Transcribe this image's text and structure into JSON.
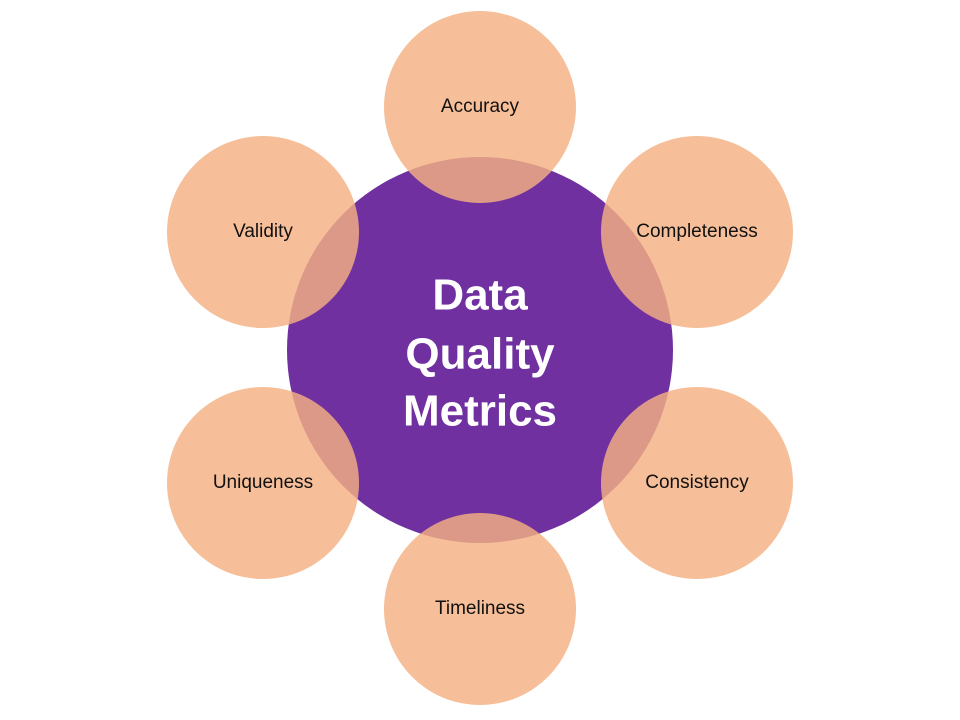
{
  "center": {
    "lines": [
      "Data",
      "Quality",
      "Metrics"
    ]
  },
  "metrics": [
    {
      "key": "accuracy",
      "label": "Accuracy"
    },
    {
      "key": "completeness",
      "label": "Completeness"
    },
    {
      "key": "consistency",
      "label": "Consistency"
    },
    {
      "key": "timeliness",
      "label": "Timeliness"
    },
    {
      "key": "uniqueness",
      "label": "Uniqueness"
    },
    {
      "key": "validity",
      "label": "Validity"
    }
  ],
  "colors": {
    "center_fill": "#7030A0",
    "outer_fill": "#F4B183",
    "outer_opacity": 0.82,
    "center_text": "#FFFFFF",
    "outer_text": "#111111"
  }
}
